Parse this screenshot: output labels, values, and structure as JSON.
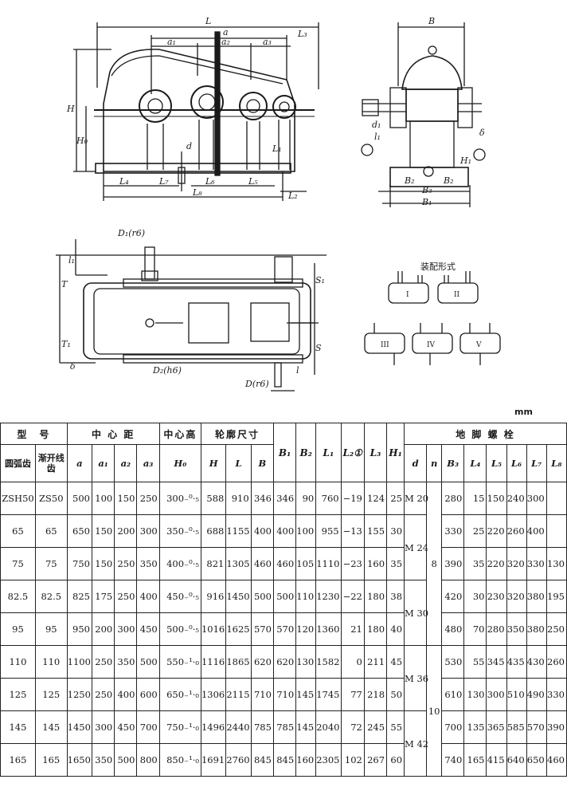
{
  "drawing_labels": {
    "front": {
      "L": "L",
      "a": "a",
      "a1": "a₁",
      "a2": "a₂",
      "a3": "a₃",
      "L3": "L₃",
      "H": "H",
      "H0": "H₀",
      "L1": "L₁",
      "d": "d",
      "L4": "L₄",
      "L7": "L₇",
      "L6": "L₆",
      "L5": "L₅",
      "L2": "L₂"
    },
    "side": {
      "B": "B",
      "l1": "l₁",
      "d1": "d₁",
      "H1": "H₁",
      "delta": "δ",
      "B2": "B₂",
      "B3": "B₃",
      "B1": "B₁"
    },
    "plan": {
      "D1": "D₁(r6)",
      "l1": "l₁",
      "T": "T",
      "T1": "T₁",
      "delta": "δ",
      "D2": "D₂(h6)",
      "D": "D(r6)",
      "l": "l",
      "S": "S",
      "S1": "S₁"
    },
    "assembly": {
      "title": "装配形式",
      "forms": [
        "I",
        "II",
        "III",
        "IV",
        "V"
      ]
    }
  },
  "unit": "mm",
  "table": {
    "headers": {
      "model": "型　号",
      "center_distance": "中 心 距",
      "center_height": "中心高",
      "outline": "轮廓尺寸",
      "anchor_bolt": "地 脚 螺 栓",
      "arc_tooth": "圆弧齿",
      "involute_tooth": "渐开线齿",
      "a": "a",
      "a1": "a₁",
      "a2": "a₂",
      "a3": "a₃",
      "H0": "H₀",
      "H": "H",
      "L": "L",
      "B": "B",
      "B1": "B₁",
      "B2": "B₂",
      "L1": "L₁",
      "L2": "L₂①",
      "L3": "L₃",
      "H1": "H₁",
      "d": "d",
      "n": "n",
      "B3": "B₃",
      "L4": "L₄",
      "L5": "L₅",
      "L6": "L₆",
      "L7": "L₇",
      "L8": "L₈"
    },
    "rows": [
      {
        "arc": "ZSH50",
        "inv": "ZS50",
        "a": "500",
        "a1": "100",
        "a2": "150",
        "a3": "250",
        "H0": "300₋⁰·₅",
        "H": "588",
        "L": "910",
        "B": "346",
        "B1": "346",
        "B2": "90",
        "L1": "760",
        "L2": "−19",
        "L3": "124",
        "H1": "25",
        "B3": "280",
        "L4": "15",
        "L5": "150",
        "L6": "240",
        "L7": "300",
        "L8": ""
      },
      {
        "arc": "65",
        "inv": "65",
        "a": "650",
        "a1": "150",
        "a2": "200",
        "a3": "300",
        "H0": "350₋⁰·₅",
        "H": "688",
        "L": "1155",
        "B": "400",
        "B1": "400",
        "B2": "100",
        "L1": "955",
        "L2": "−13",
        "L3": "155",
        "H1": "30",
        "B3": "330",
        "L4": "25",
        "L5": "220",
        "L6": "260",
        "L7": "400",
        "L8": ""
      },
      {
        "arc": "75",
        "inv": "75",
        "a": "750",
        "a1": "150",
        "a2": "250",
        "a3": "350",
        "H0": "400₋⁰·₅",
        "H": "821",
        "L": "1305",
        "B": "460",
        "B1": "460",
        "B2": "105",
        "L1": "1110",
        "L2": "−23",
        "L3": "160",
        "H1": "35",
        "B3": "390",
        "L4": "35",
        "L5": "220",
        "L6": "320",
        "L7": "330",
        "L8": "130"
      },
      {
        "arc": "82.5",
        "inv": "82.5",
        "a": "825",
        "a1": "175",
        "a2": "250",
        "a3": "400",
        "H0": "450₋⁰·₅",
        "H": "916",
        "L": "1450",
        "B": "500",
        "B1": "500",
        "B2": "110",
        "L1": "1230",
        "L2": "−22",
        "L3": "180",
        "H1": "38",
        "B3": "420",
        "L4": "30",
        "L5": "230",
        "L6": "320",
        "L7": "380",
        "L8": "195"
      },
      {
        "arc": "95",
        "inv": "95",
        "a": "950",
        "a1": "200",
        "a2": "300",
        "a3": "450",
        "H0": "500₋⁰·₅",
        "H": "1016",
        "L": "1625",
        "B": "570",
        "B1": "570",
        "B2": "120",
        "L1": "1360",
        "L2": "21",
        "L3": "180",
        "H1": "40",
        "B3": "480",
        "L4": "70",
        "L5": "280",
        "L6": "350",
        "L7": "380",
        "L8": "250"
      },
      {
        "arc": "110",
        "inv": "110",
        "a": "1100",
        "a1": "250",
        "a2": "350",
        "a3": "500",
        "H0": "550₋¹·₀",
        "H": "1116",
        "L": "1865",
        "B": "620",
        "B1": "620",
        "B2": "130",
        "L1": "1582",
        "L2": "0",
        "L3": "211",
        "H1": "45",
        "B3": "530",
        "L4": "55",
        "L5": "345",
        "L6": "435",
        "L7": "430",
        "L8": "260"
      },
      {
        "arc": "125",
        "inv": "125",
        "a": "1250",
        "a1": "250",
        "a2": "400",
        "a3": "600",
        "H0": "650₋¹·₀",
        "H": "1306",
        "L": "2115",
        "B": "710",
        "B1": "710",
        "B2": "145",
        "L1": "1745",
        "L2": "77",
        "L3": "218",
        "H1": "50",
        "B3": "610",
        "L4": "130",
        "L5": "300",
        "L6": "510",
        "L7": "490",
        "L8": "330"
      },
      {
        "arc": "145",
        "inv": "145",
        "a": "1450",
        "a1": "300",
        "a2": "450",
        "a3": "700",
        "H0": "750₋¹·₀",
        "H": "1496",
        "L": "2440",
        "B": "785",
        "B1": "785",
        "B2": "145",
        "L1": "2040",
        "L2": "72",
        "L3": "245",
        "H1": "55",
        "B3": "700",
        "L4": "135",
        "L5": "365",
        "L6": "585",
        "L7": "570",
        "L8": "390"
      },
      {
        "arc": "165",
        "inv": "165",
        "a": "1650",
        "a1": "350",
        "a2": "500",
        "a3": "800",
        "H0": "850₋¹·₀",
        "H": "1691",
        "L": "2760",
        "B": "845",
        "B1": "845",
        "B2": "160",
        "L1": "2305",
        "L2": "102",
        "L3": "267",
        "H1": "60",
        "B3": "740",
        "L4": "165",
        "L5": "415",
        "L6": "640",
        "L7": "650",
        "L8": "460"
      }
    ],
    "bolt_d": [
      "M 20",
      "M 24",
      "M 30",
      "M 36",
      "M 42"
    ],
    "bolt_n": [
      "8",
      "10"
    ]
  }
}
